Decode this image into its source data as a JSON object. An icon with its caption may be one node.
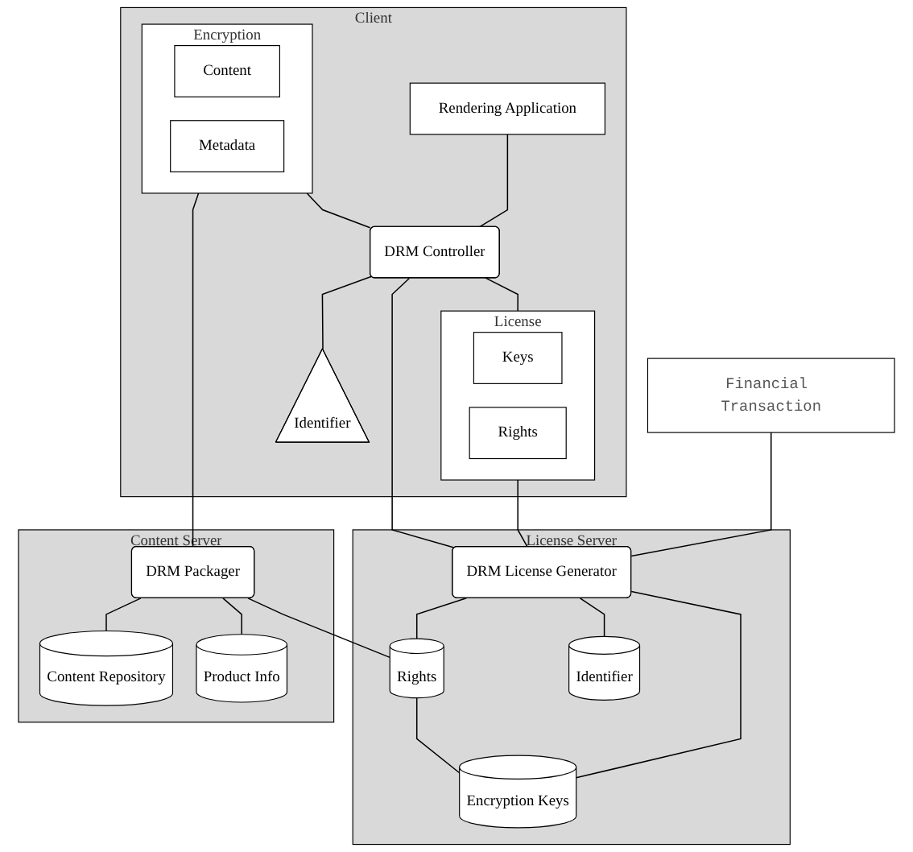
{
  "diagram": {
    "nodes": [
      {
        "text": [
          "Client"
        ]
      },
      {
        "text": [
          "Encryption"
        ],
        "in": 0
      },
      {
        "text": [
          "Content"
        ],
        "in": 1
      },
      {
        "text": [
          "Metadata"
        ],
        "in": 1
      },
      {
        "text": [
          "Rendering Application"
        ],
        "in": 0
      },
      {
        "text": [
          "DRM Controller"
        ],
        "in": 0
      },
      {
        "text": [
          "Identifier"
        ],
        "in": 0
      },
      {
        "text": [
          "License"
        ],
        "in": 0
      },
      {
        "text": [
          "Keys"
        ],
        "in": 7
      },
      {
        "text": [
          "Rights"
        ],
        "in": 7
      },
      {
        "text": [
          "Content Server"
        ]
      },
      {
        "text": [
          "DRM Packager"
        ],
        "in": 10
      },
      {
        "text": [
          "Content Repository"
        ],
        "in": 10
      },
      {
        "text": [
          "Product Info"
        ],
        "in": 10
      },
      {
        "text": [
          "Financial Transaction"
        ]
      },
      {
        "text": [
          "License Server"
        ]
      },
      {
        "text": [
          "DRM License Generator"
        ],
        "in": 15
      },
      {
        "text": [
          "Rights"
        ],
        "in": 15
      },
      {
        "text": [
          "Identifier"
        ],
        "in": 15
      },
      {
        "text": [
          "Encryption Keys"
        ],
        "in": 15
      }
    ],
    "edges": [
      {
        "from": 1,
        "to": 11,
        "arrow": "none"
      },
      {
        "from": 1,
        "to": 5,
        "arrow": "none"
      },
      {
        "from": 4,
        "to": 5,
        "arrow": "none"
      },
      {
        "from": 5,
        "to": 6,
        "arrow": "none"
      },
      {
        "from": 5,
        "to": 7,
        "arrow": "none"
      },
      {
        "from": 5,
        "to": 16,
        "arrow": "none"
      },
      {
        "from": 7,
        "to": 16,
        "arrow": "none"
      },
      {
        "from": 11,
        "to": 12,
        "arrow": "none"
      },
      {
        "from": 11,
        "to": 13,
        "arrow": "none"
      },
      {
        "from": 11,
        "to": 17,
        "arrow": "none"
      },
      {
        "from": 14,
        "to": 16,
        "arrow": "none"
      },
      {
        "from": 16,
        "to": 17,
        "arrow": "none"
      },
      {
        "from": 16,
        "to": 18,
        "arrow": "none"
      },
      {
        "from": 16,
        "to": 19,
        "arrow": "none"
      },
      {
        "from": 17,
        "to": 19,
        "arrow": "none"
      }
    ]
  }
}
